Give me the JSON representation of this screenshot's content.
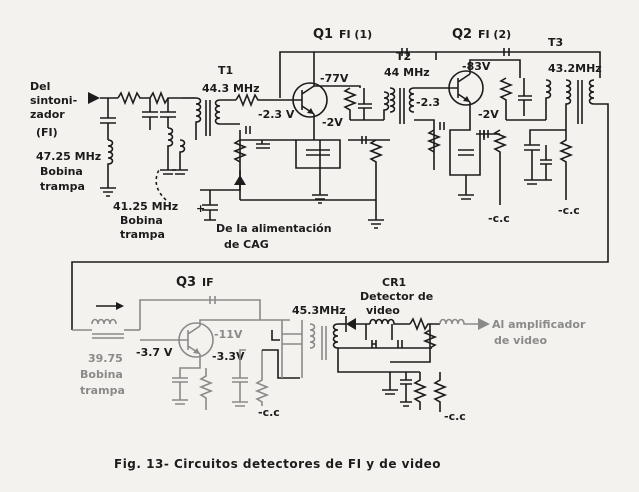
{
  "labels": {
    "input_line1": "Del",
    "input_line2": "sintoni-",
    "input_line3": "zador",
    "input_line4": "(FI)",
    "trap1_freq": "47.25 MHz",
    "trap1_line1": "Bobina",
    "trap1_line2": "trampa",
    "trap2_freq": "41.25 MHz",
    "trap2_line1": "Bobina",
    "trap2_line2": "trampa",
    "t1": "T1",
    "t1_freq": "44.3 MHz",
    "q1": "Q1",
    "q1_stage": "FI (1)",
    "q1_v_collector": "-77V",
    "q1_v_base": "-2.3 V",
    "q1_v_emitter": "-2V",
    "t2": "T2",
    "t2_freq": "44 MHz",
    "q2": "Q2",
    "q2_stage": "FI (2)",
    "q2_v_collector": "-83V",
    "q2_v_base": "-2.3",
    "q2_v_emitter": "-2V",
    "t3": "T3",
    "t3_freq": "43.2MHz",
    "agc_line1": "De la alimentación",
    "agc_line2": "de CAG",
    "vcc_1": "-c.c",
    "vcc_2": "-c.c",
    "q3": "Q3",
    "q3_stage": "IF",
    "q3_v_collector": "-11V",
    "q3_v_base": "-3.7 V",
    "q3_v_emitter": "-3.3V",
    "trap3_freq": "39.75",
    "trap3_line1": "Bobina",
    "trap3_line2": "trampa",
    "t4_freq": "45.3MHz",
    "cr1": "CR1",
    "cr1_line1": "Detector de",
    "cr1_line2": "video",
    "out_line1": "Al amplificador",
    "out_line2": "de video",
    "vcc_3": "-c.c",
    "vcc_4": "-c.c",
    "caption": "Fig. 13-  Circuitos detectores de FI y de video"
  },
  "colors": {
    "ink": "#1c1c1c",
    "faded": "#8a8a8a",
    "paper": "#f4f2ee"
  }
}
